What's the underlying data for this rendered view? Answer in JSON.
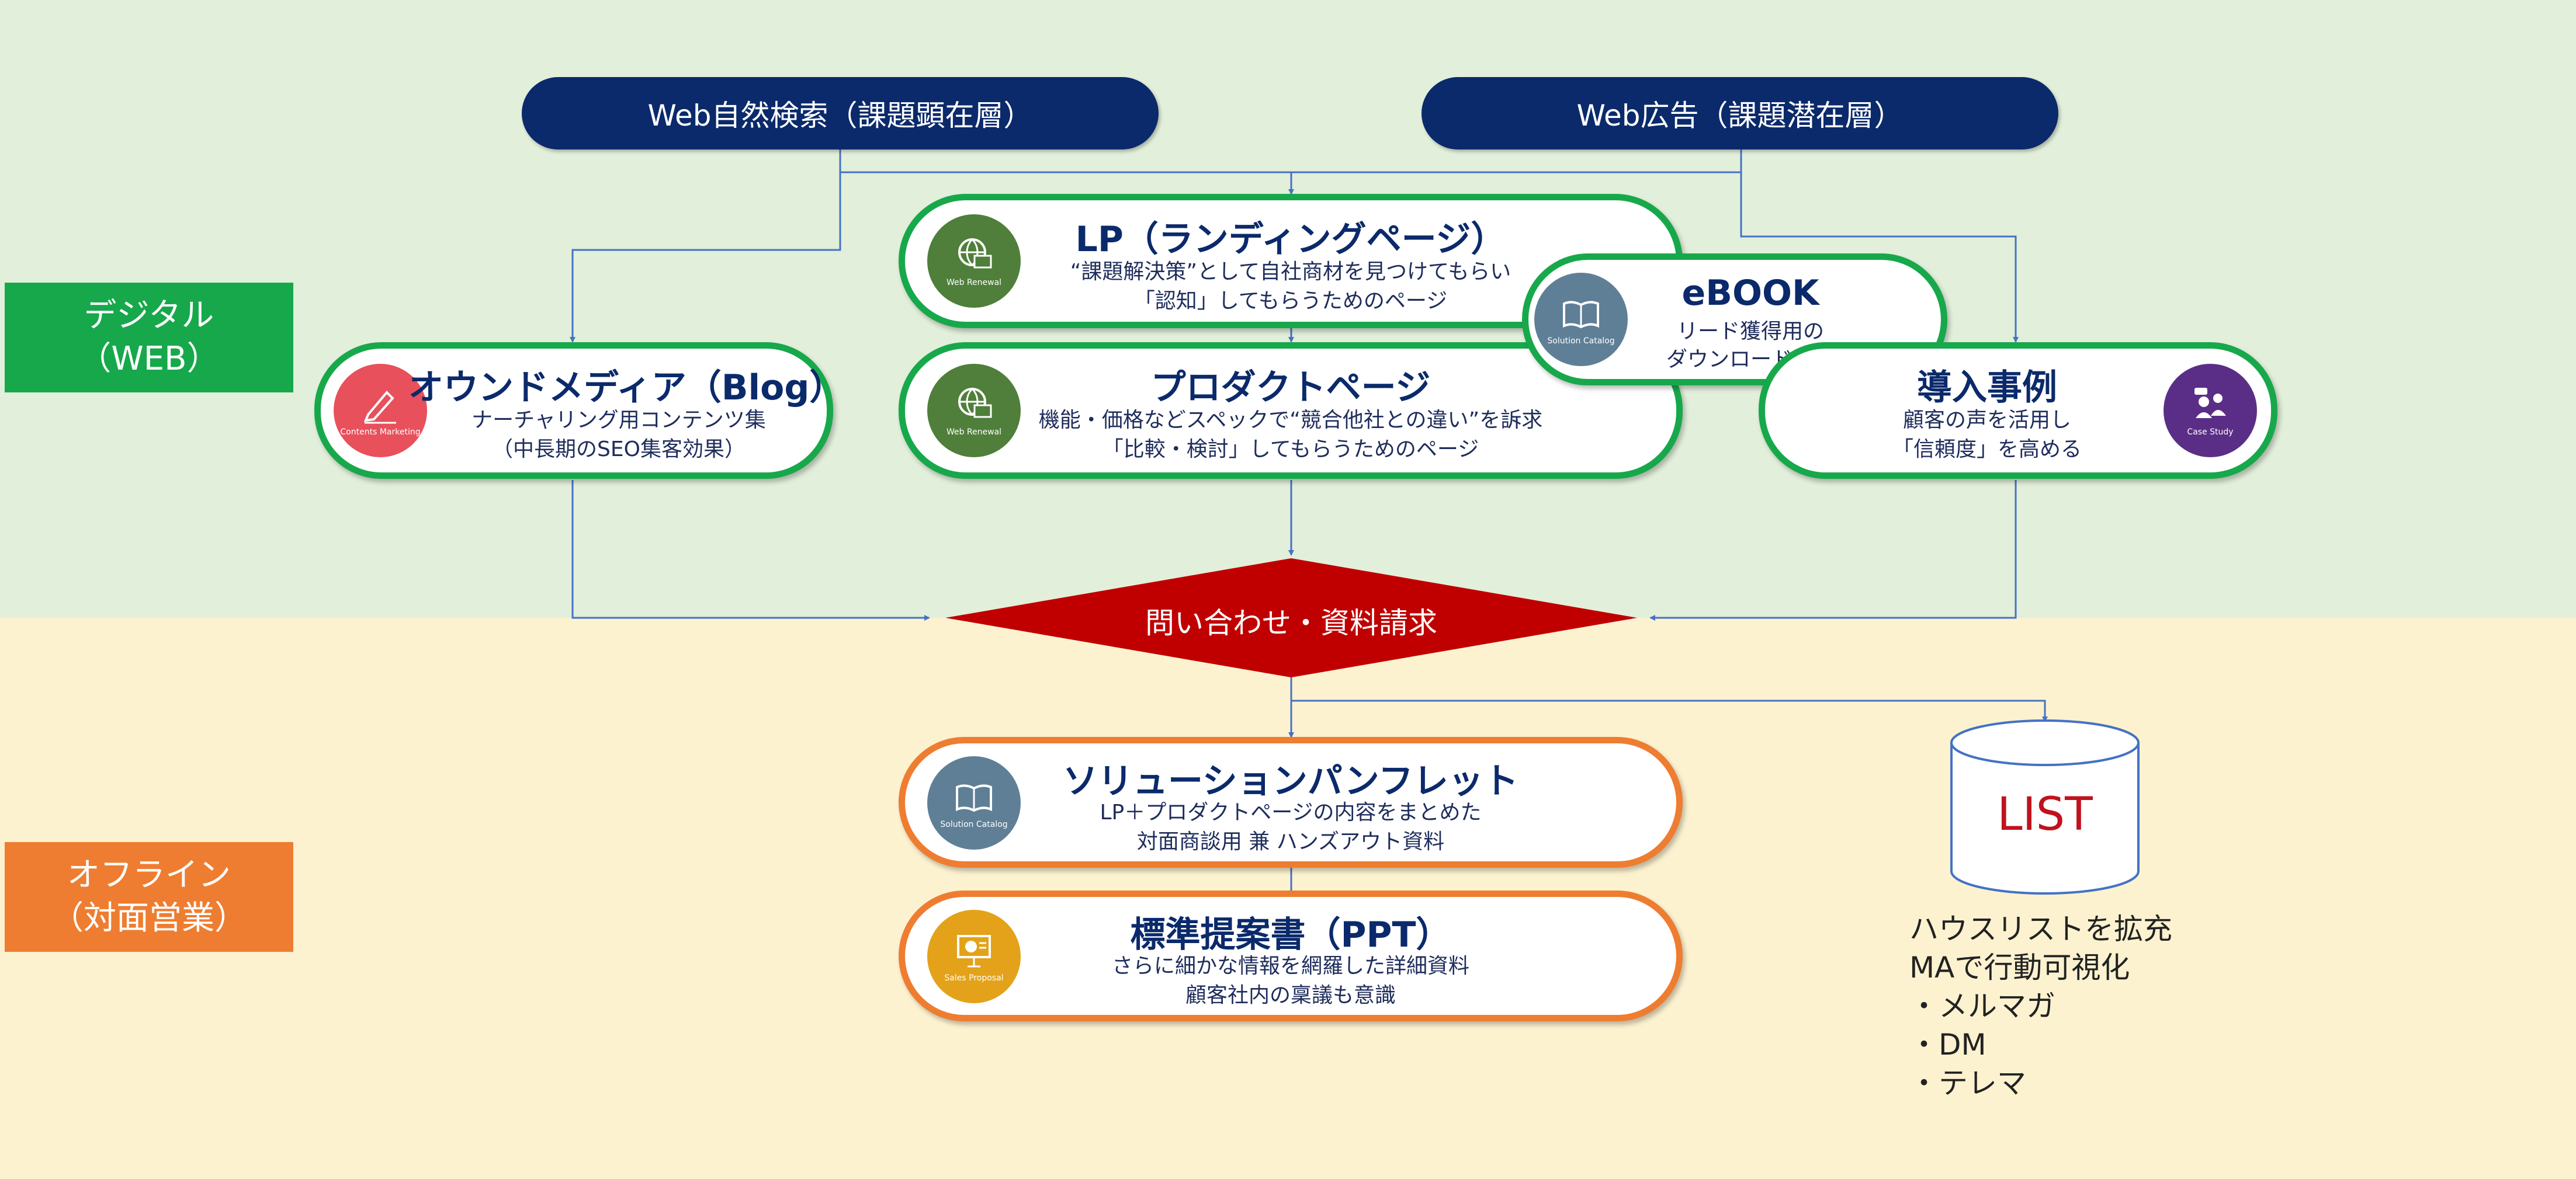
{
  "sources": {
    "organic": "Web自然検索（課題顕在層）",
    "ads": "Web広告（課題潜在層）"
  },
  "sections": {
    "digital_line1": "デジタル",
    "digital_line2": "（WEB）",
    "offline_line1": "オフライン",
    "offline_line2": "（対面営業）"
  },
  "nodes": {
    "lp": {
      "title": "LP（ランディングページ）",
      "desc1": "“課題解決策”として自社商材を見つけてもらい",
      "desc2": "「認知」してもらうためのページ",
      "badge": "Web Renewal",
      "icon": "globe-monitor-icon"
    },
    "owned": {
      "title": "オウンドメディア（Blog）",
      "desc1": "ナーチャリング用コンテンツ集",
      "desc2": "（中長期のSEO集客効果）",
      "badge": "Contents Marketing",
      "icon": "pencil-icon"
    },
    "product": {
      "title": "プロダクトページ",
      "desc1": "機能・価格などスペックで“競合他社との違い”を訴求",
      "desc2": "「比較・検討」してもらうためのページ",
      "badge": "Web Renewal",
      "icon": "globe-monitor-icon"
    },
    "ebook": {
      "title": "eBOOK",
      "desc1": "リード獲得用の",
      "desc2": "ダウンロード冊子",
      "badge": "Solution Catalog",
      "icon": "book-icon"
    },
    "case": {
      "title": "導入事例",
      "desc1": "顧客の声を活用し",
      "desc2": "「信頼度」を高める",
      "badge": "Case Study",
      "icon": "people-icon"
    },
    "pamphlet": {
      "title": "ソリューションパンフレット",
      "desc1": "LP＋プロダクトページの内容をまとめた",
      "desc2": "対面商談用 兼 ハンズアウト資料",
      "badge": "Solution Catalog",
      "icon": "book-icon"
    },
    "proposal": {
      "title": "標準提案書（PPT）",
      "desc1": "さらに細かな情報を網羅した詳細資料",
      "desc2": "顧客社内の稟議も意識",
      "badge": "Sales Proposal",
      "icon": "presentation-icon"
    }
  },
  "inquiry": "問い合わせ・資料請求",
  "list": {
    "label": "LIST",
    "note1": "ハウスリストを拡充",
    "note2": "MAで行動可視化",
    "note3": "・メルマガ",
    "note4": "・DM",
    "note5": "・テレマ"
  },
  "colors": {
    "navy": "#0b2a6b",
    "green": "#17a84b",
    "orange": "#ee7d31",
    "red": "#c00000",
    "connector": "#4472c4"
  }
}
